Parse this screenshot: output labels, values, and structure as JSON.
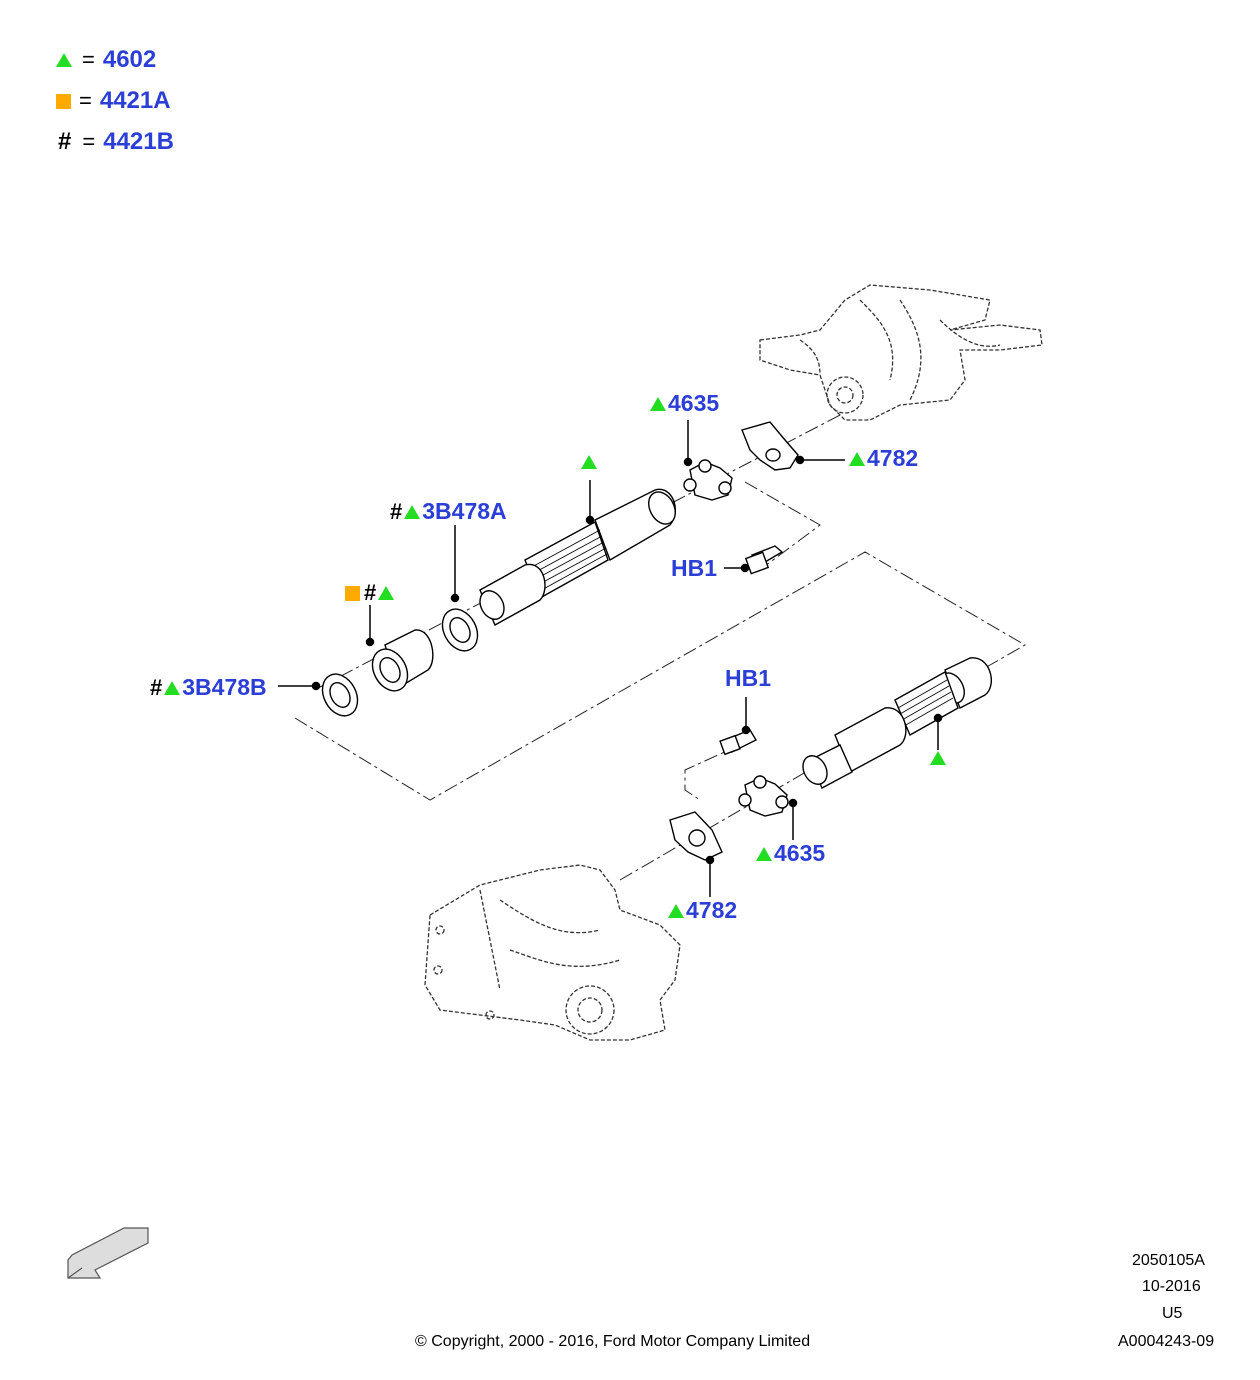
{
  "legend": [
    {
      "symbol": "triangle",
      "eq": "=",
      "code": "4602"
    },
    {
      "symbol": "square",
      "eq": "=",
      "code": "4421A"
    },
    {
      "symbol": "hash",
      "eq": "=",
      "code": "4421B"
    }
  ],
  "callouts": {
    "c4635_top": "4635",
    "c4782_top": "4782",
    "c3b478a": "3B478A",
    "hb1_top": "HB1",
    "c3b478b": "3B478B",
    "hb1_bottom": "HB1",
    "c4635_bottom": "4635",
    "c4782_bottom": "4782"
  },
  "hash_symbol": "#",
  "footer": {
    "ref1": "2050105A",
    "ref2": "10-2016",
    "ref3": "U5",
    "ref4": "A0004243-09",
    "copyright": "© Copyright, 2000 - 2016, Ford Motor Company Limited"
  },
  "colors": {
    "label_blue": "#2b3fd6",
    "triangle_green": "#22dd22",
    "square_orange": "#ffaa00"
  }
}
